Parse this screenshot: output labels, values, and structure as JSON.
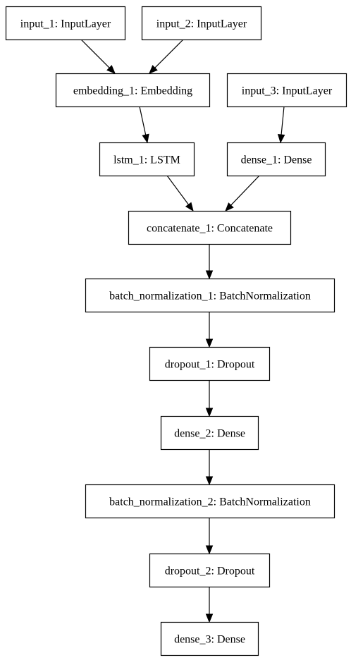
{
  "nodes": [
    {
      "id": "input_1",
      "label": "input_1: InputLayer"
    },
    {
      "id": "input_2",
      "label": "input_2: InputLayer"
    },
    {
      "id": "embedding_1",
      "label": "embedding_1: Embedding"
    },
    {
      "id": "input_3",
      "label": "input_3: InputLayer"
    },
    {
      "id": "lstm_1",
      "label": "lstm_1: LSTM"
    },
    {
      "id": "dense_1",
      "label": "dense_1: Dense"
    },
    {
      "id": "concatenate_1",
      "label": "concatenate_1: Concatenate"
    },
    {
      "id": "batch_normalization_1",
      "label": "batch_normalization_1: BatchNormalization"
    },
    {
      "id": "dropout_1",
      "label": "dropout_1: Dropout"
    },
    {
      "id": "dense_2",
      "label": "dense_2: Dense"
    },
    {
      "id": "batch_normalization_2",
      "label": "batch_normalization_2: BatchNormalization"
    },
    {
      "id": "dropout_2",
      "label": "dropout_2: Dropout"
    },
    {
      "id": "dense_3",
      "label": "dense_3: Dense"
    }
  ],
  "edges": [
    {
      "from": "input_1",
      "to": "embedding_1"
    },
    {
      "from": "input_2",
      "to": "embedding_1"
    },
    {
      "from": "embedding_1",
      "to": "lstm_1"
    },
    {
      "from": "input_3",
      "to": "dense_1"
    },
    {
      "from": "lstm_1",
      "to": "concatenate_1"
    },
    {
      "from": "dense_1",
      "to": "concatenate_1"
    },
    {
      "from": "concatenate_1",
      "to": "batch_normalization_1"
    },
    {
      "from": "batch_normalization_1",
      "to": "dropout_1"
    },
    {
      "from": "dropout_1",
      "to": "dense_2"
    },
    {
      "from": "dense_2",
      "to": "batch_normalization_2"
    },
    {
      "from": "batch_normalization_2",
      "to": "dropout_2"
    },
    {
      "from": "dropout_2",
      "to": "dense_3"
    }
  ]
}
